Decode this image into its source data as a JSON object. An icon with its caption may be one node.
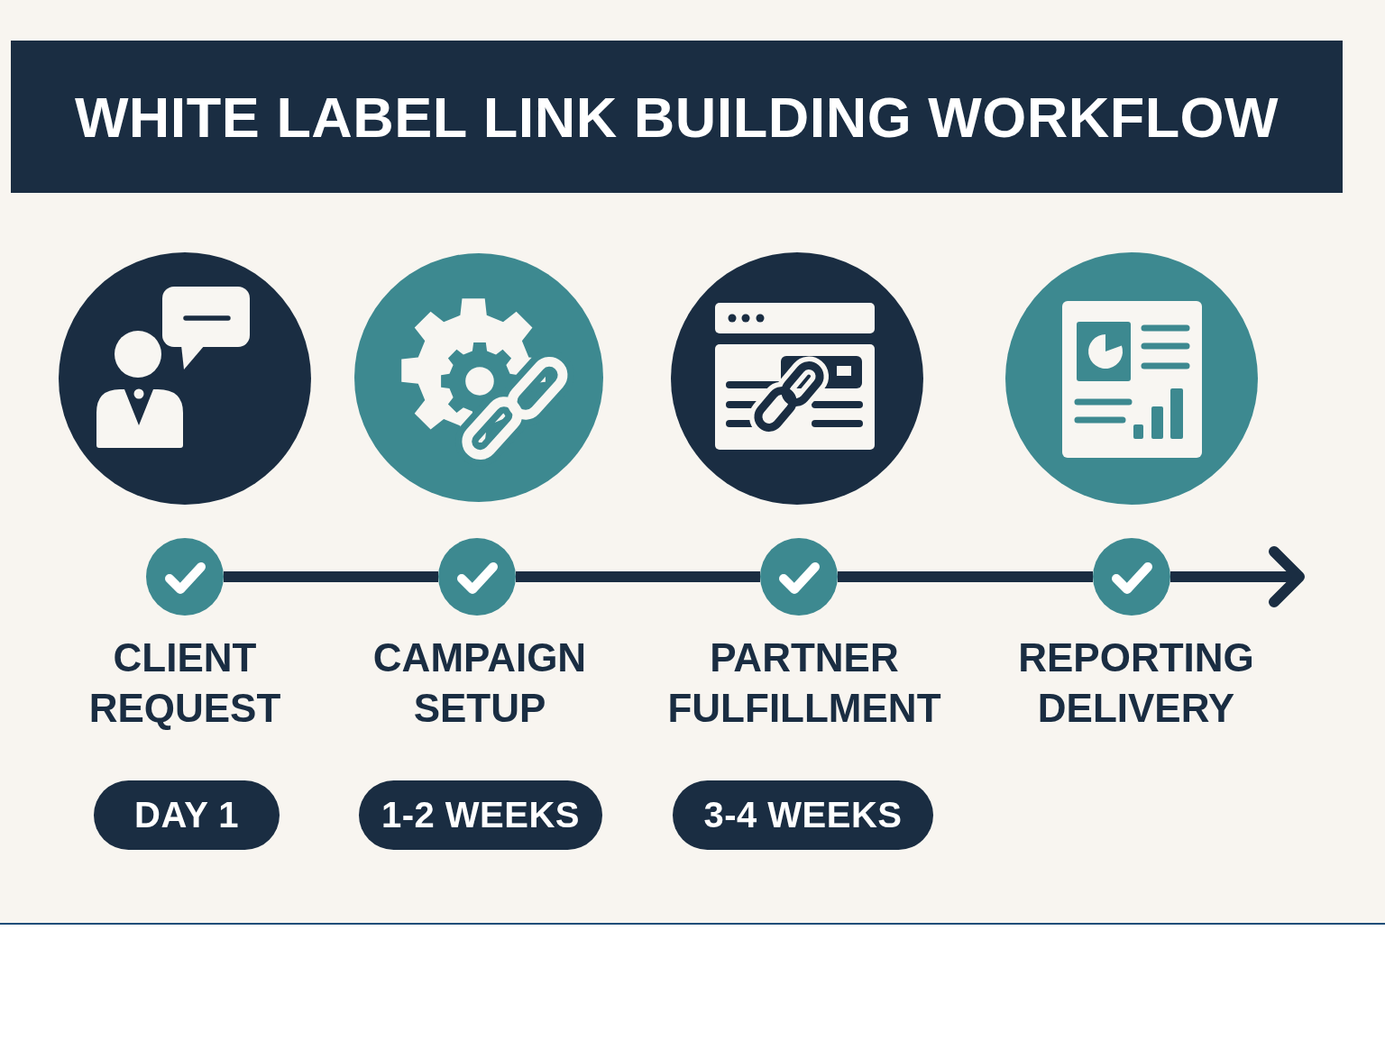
{
  "diagram": {
    "title": "WHITE LABEL LINK BUILDING WORKFLOW",
    "nodes": [
      {
        "text": [],
        "shape": "circle",
        "beside": [
          "CLIENT REQUEST"
        ]
      },
      {
        "text": [],
        "shape": "circle",
        "beside": [
          "CAMPAIGN SETUP"
        ]
      },
      {
        "text": [],
        "shape": "circle",
        "beside": [
          "PARTNER FULFILLMENT"
        ]
      },
      {
        "text": [],
        "shape": "circle",
        "beside": [
          "REPORTING DELIVERY"
        ]
      },
      {
        "text": [
          "DAY 1"
        ]
      },
      {
        "text": [
          "1-2 WEEKS"
        ]
      },
      {
        "text": [
          "3-4 WEEKS"
        ]
      }
    ],
    "edges": [
      {
        "from": 0,
        "to": 1,
        "arrow": "none"
      },
      {
        "from": 1,
        "to": 2,
        "arrow": "none"
      },
      {
        "from": 2,
        "to": 3,
        "arrow": "none"
      },
      {
        "from": 3,
        "to": null,
        "arrow": "to"
      }
    ]
  }
}
